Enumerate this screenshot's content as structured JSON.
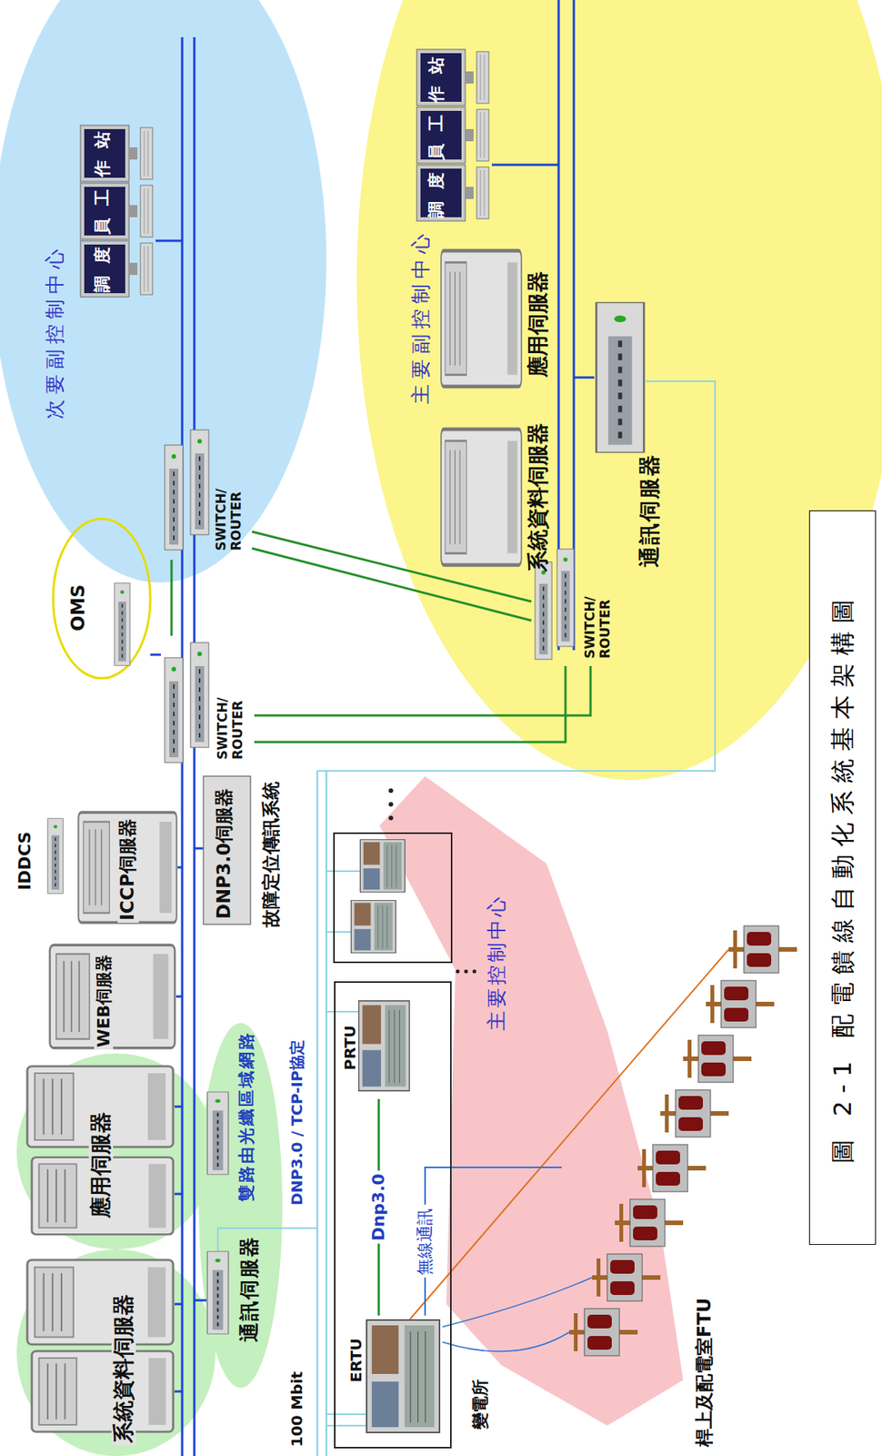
{
  "diagram": {
    "caption": "圖 2-1 配電饋線自動化系統基本架構圖",
    "nodes": [
      {
        "text": [
          "次要副控制中心"
        ]
      },
      {
        "text": [
          "SWITCH/ ROUTER"
        ],
        "in": 0
      },
      {
        "text": [
          "調度員工作站"
        ],
        "in": 0
      },
      {
        "text": [
          "主要副控制中心"
        ]
      },
      {
        "text": [
          "調度員工作站"
        ],
        "in": 3
      },
      {
        "text": [
          "應用伺服器"
        ],
        "in": 3
      },
      {
        "text": [
          "系統資料伺服器"
        ],
        "in": 3
      },
      {
        "text": [
          "通訊伺服器"
        ],
        "in": 3
      },
      {
        "text": [
          "SWITCH/ ROUTER"
        ],
        "in": 3
      },
      {
        "text": [
          "SWITCH/ ROUTER"
        ]
      },
      {
        "text": [
          "OMS"
        ]
      },
      {
        "text": [
          "IDDCS"
        ]
      },
      {
        "text": [
          "ICCP伺服器"
        ]
      },
      {
        "text": [
          "WEB伺服器"
        ]
      },
      {
        "text": [
          "應用伺服器"
        ]
      },
      {
        "text": [
          "系統資料伺服器"
        ]
      },
      {
        "text": [
          "通訊伺服器"
        ]
      },
      {
        "text": [
          "DNP3.0伺服器",
          "故障定位傳訊系統"
        ]
      },
      {
        "text": [
          "變電所"
        ]
      },
      {
        "text": [
          "ERTU"
        ],
        "in": 18
      },
      {
        "text": [
          "PRTU"
        ],
        "in": 18
      },
      {
        "text": [
          "桿上及配電室FTU"
        ]
      }
    ],
    "edges": [
      {
        "from": 1,
        "to": 8,
        "arrow": "none"
      },
      {
        "from": 1,
        "to": 8,
        "arrow": "none"
      },
      {
        "from": 9,
        "to": 8,
        "arrow": "none"
      },
      {
        "from": 9,
        "to": 8,
        "arrow": "none"
      },
      {
        "from": 9,
        "to": 1,
        "arrow": "none"
      },
      {
        "from": 10,
        "to": 9,
        "arrow": "none"
      },
      {
        "from": 19,
        "to": 20,
        "label": "Dnp3.0",
        "arrow": "none"
      },
      {
        "from": 19,
        "to": 21,
        "label": "無線通訊",
        "arrow": "none"
      }
    ],
    "labels": [
      "雙路由光纖區域網路",
      "DNP3.0 / TCP-IP協定",
      "100 Mbit",
      "主要控制中心"
    ]
  }
}
